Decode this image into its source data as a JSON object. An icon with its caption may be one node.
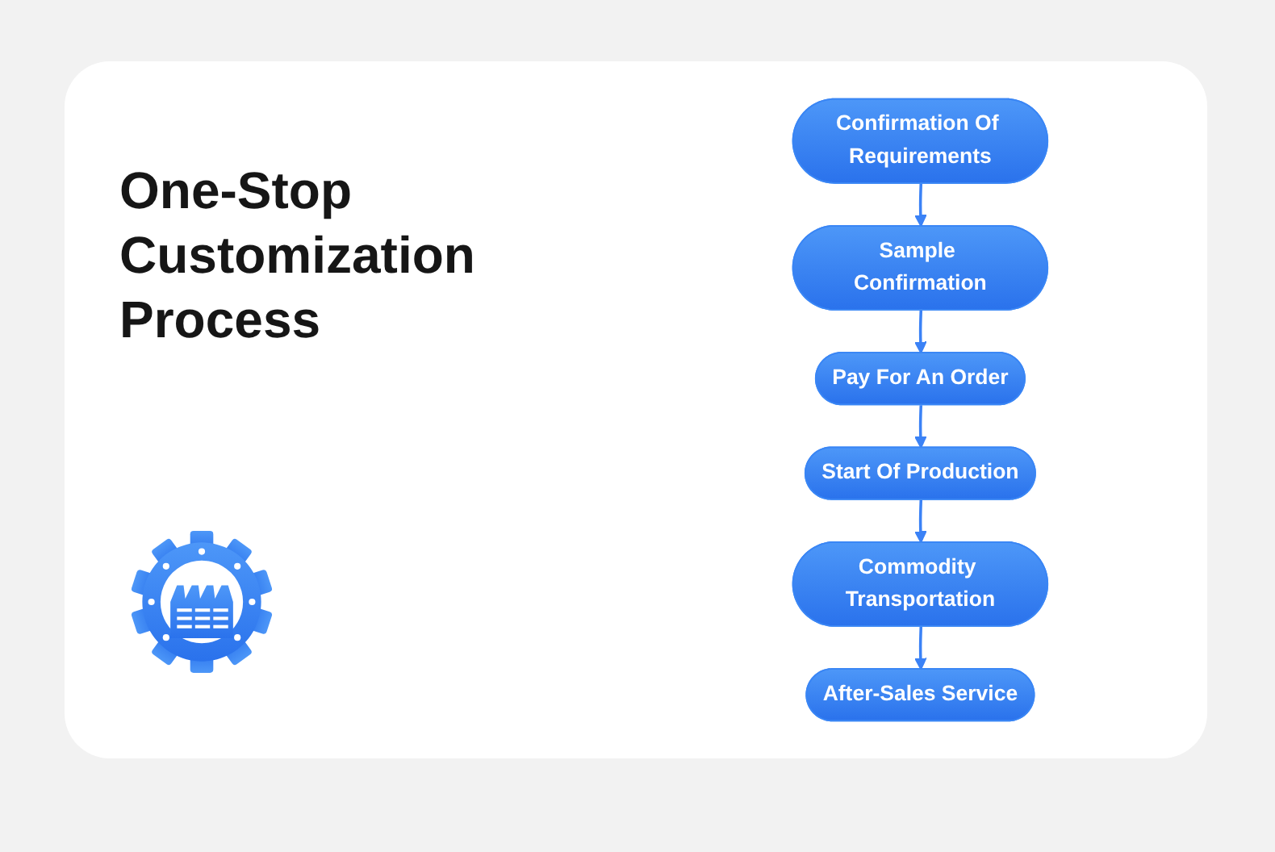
{
  "diagram": {
    "title": "One-Stop Customization Process",
    "nodes": [
      {
        "text": [
          "Confirmation Of Requirements"
        ]
      },
      {
        "text": [
          "Sample Confirmation"
        ]
      },
      {
        "text": [
          "Pay For An Order"
        ]
      },
      {
        "text": [
          "Start Of Production"
        ]
      },
      {
        "text": [
          "Commodity Transportation"
        ]
      },
      {
        "text": [
          "After-Sales Service"
        ]
      }
    ],
    "edges": [
      {
        "from": 0,
        "to": 1,
        "arrow": "to"
      },
      {
        "from": 1,
        "to": 2,
        "arrow": "to"
      },
      {
        "from": 2,
        "to": 3,
        "arrow": "to"
      },
      {
        "from": 3,
        "to": 4,
        "arrow": "to"
      },
      {
        "from": 4,
        "to": 5,
        "arrow": "to"
      }
    ]
  }
}
